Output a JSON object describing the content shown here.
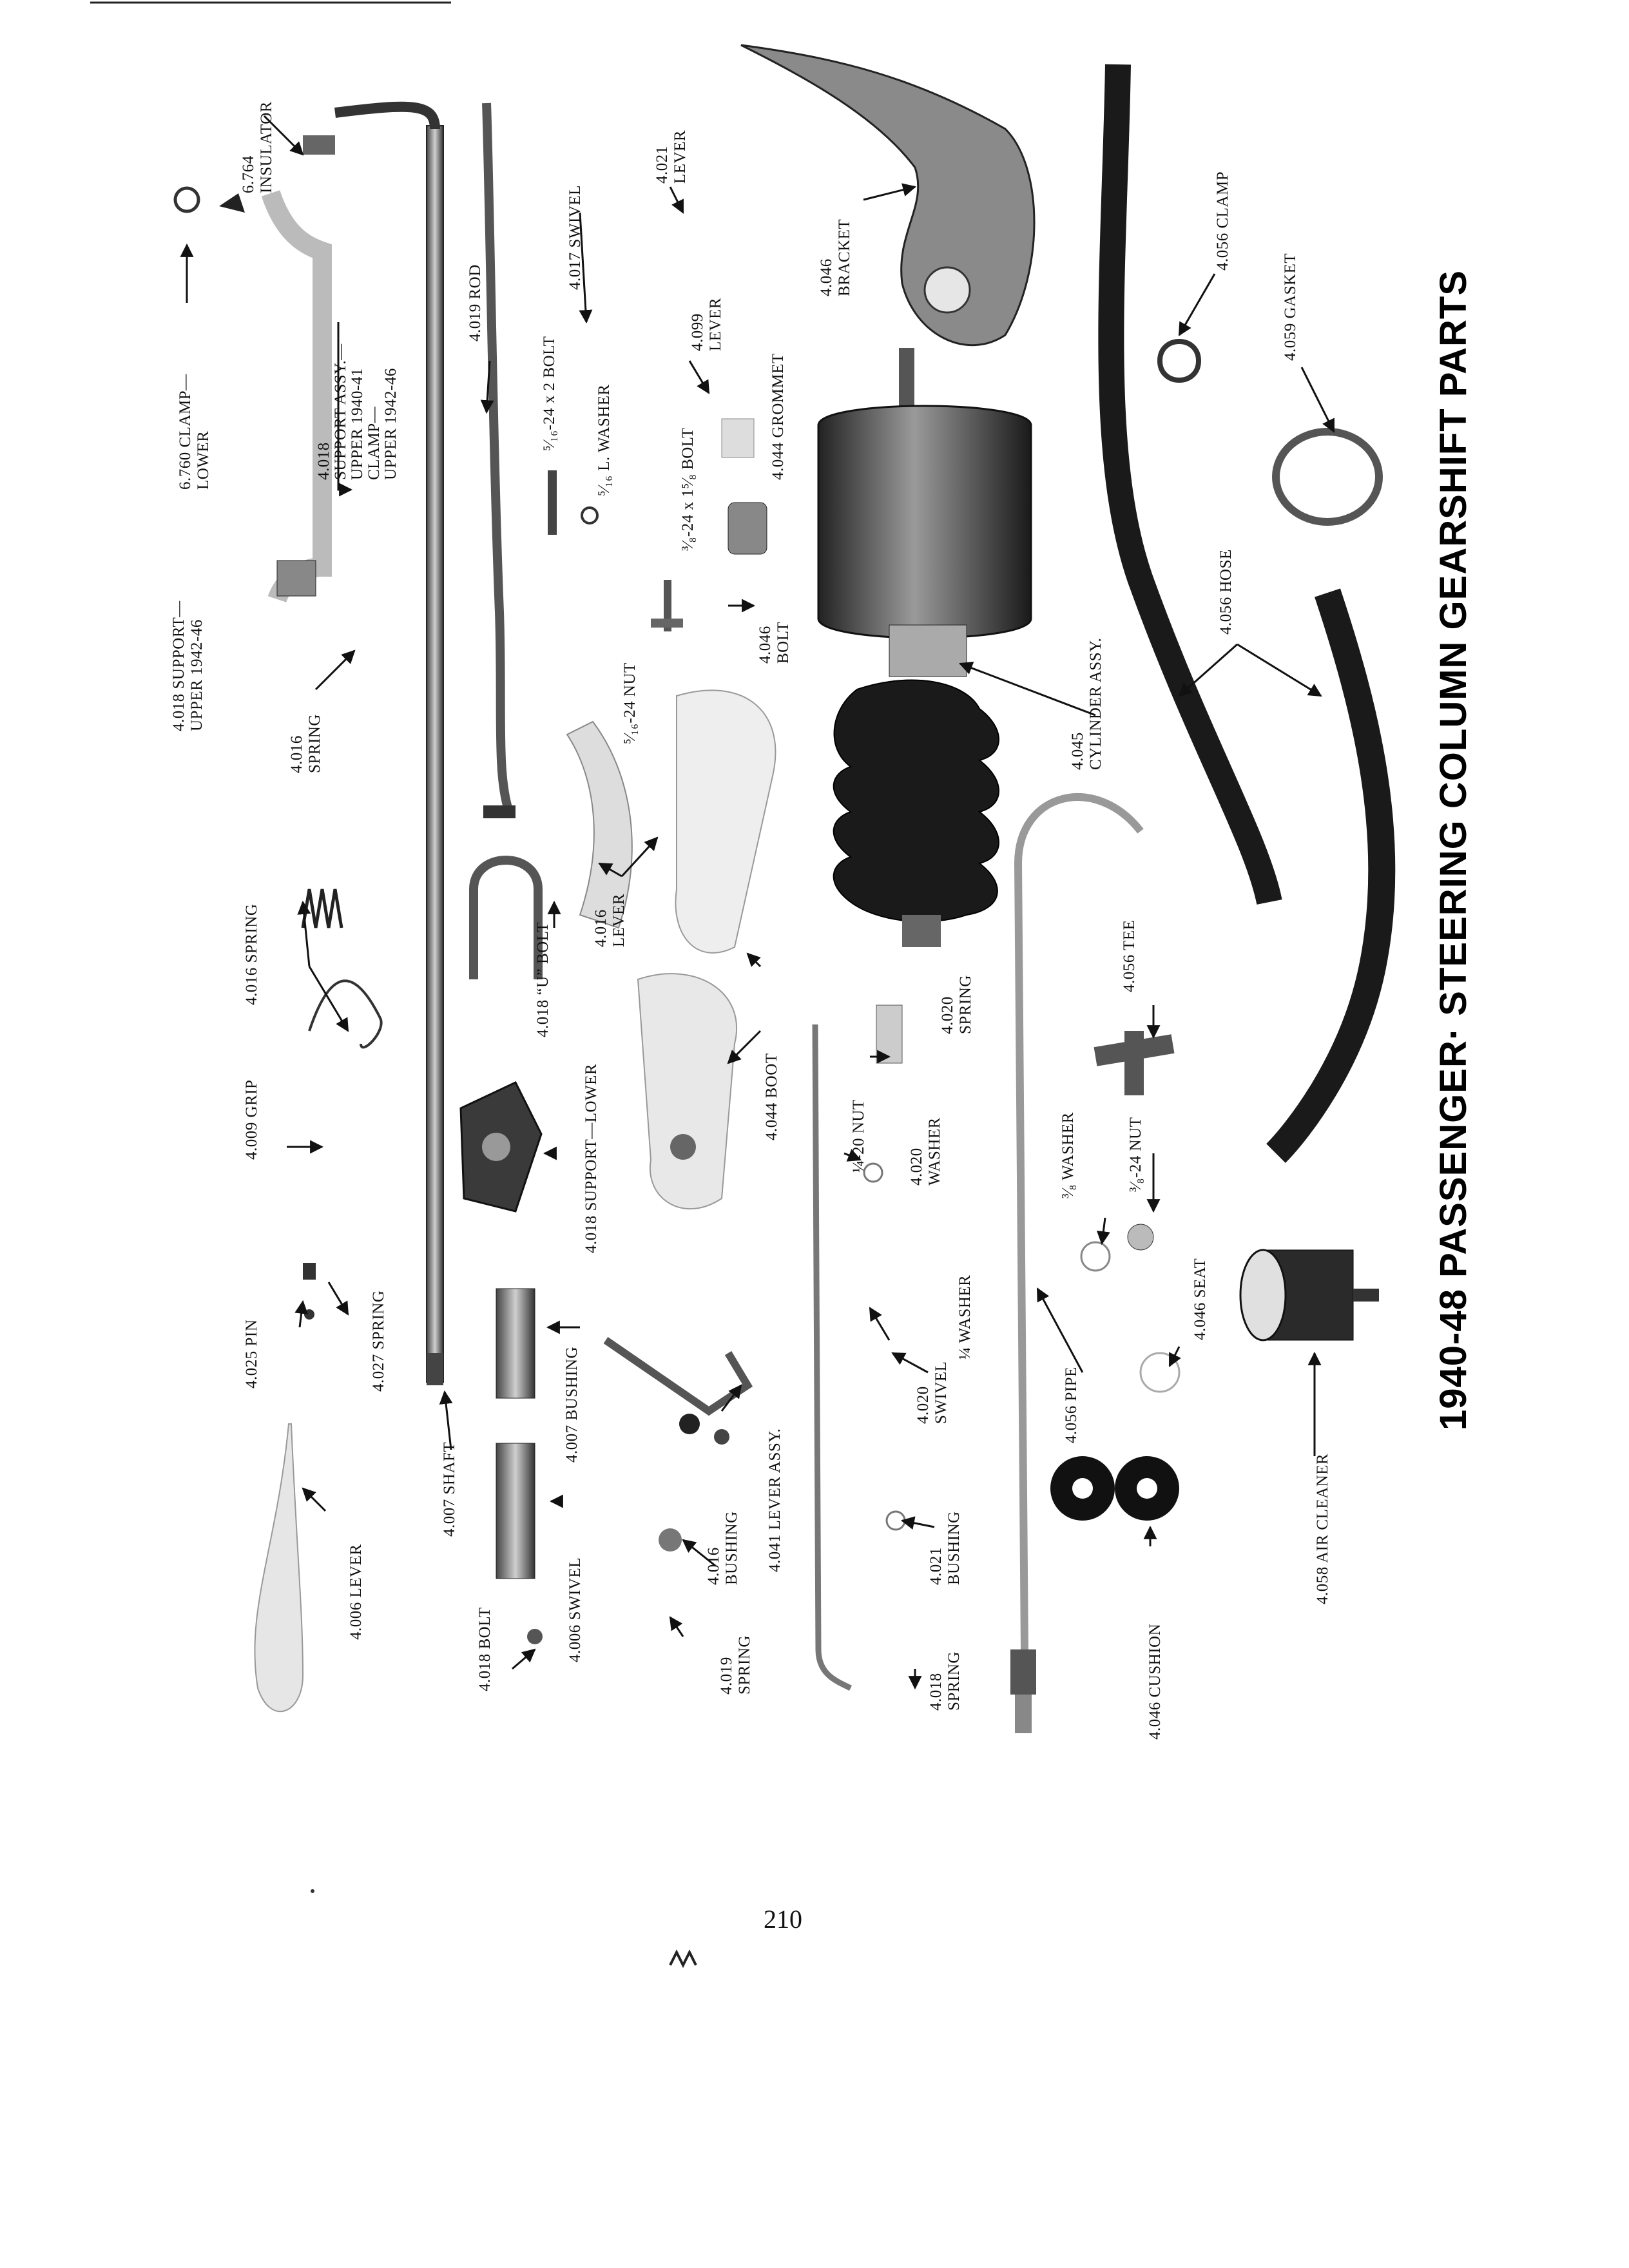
{
  "title": "1940-48 PASSENGER· STEERING COLUMN GEARSHIFT PARTS",
  "page_number": "210",
  "labels": {
    "clamp_lower": [
      "6.760 CLAMP—",
      "LOWER"
    ],
    "insulator": [
      "6.764",
      "INSULATOR"
    ],
    "support_upper": [
      "4.018 SUPPORT—",
      "UPPER 1942-46"
    ],
    "support_assy": [
      "4.018",
      "SUPPORT ASSY.—",
      "UPPER 1940-41",
      "CLAMP—",
      "UPPER 1942-46"
    ],
    "spring_4016a": [
      "4.016",
      "SPRING"
    ],
    "spring_4016b": [
      "4.016 SPRING"
    ],
    "grip": [
      "4.009 GRIP"
    ],
    "pin": [
      "4.025 PIN"
    ],
    "spring_4027": [
      "4.027 SPRING"
    ],
    "lever_4006": [
      "4.006 LEVER"
    ],
    "rod": [
      "4.019 ROD"
    ],
    "swivel_4017": [
      "4.017 SWIVEL"
    ],
    "lever_4021": [
      "4.021",
      "LEVER"
    ],
    "bolt_516": [
      "⁵⁄₁₆-24 x 2 BOLT"
    ],
    "washer_516": [
      "⁵⁄₁₆ L. WASHER"
    ],
    "nut_516": [
      "⁵⁄₁₆-24 NUT"
    ],
    "bolt_38": [
      "³⁄₈-24 x 1⁵⁄₈ BOLT"
    ],
    "lever_4099": [
      "4.099",
      "LEVER"
    ],
    "grommet": [
      "4.044 GROMMET"
    ],
    "bolt_4046": [
      "4.046",
      "BOLT"
    ],
    "lever_4016": [
      "4.016",
      "LEVER"
    ],
    "u_bolt": [
      "4.018 “U” BOLT"
    ],
    "support_lower": [
      "4.018 SUPPORT—LOWER"
    ],
    "shaft": [
      "4.007 SHAFT"
    ],
    "bushing_4007": [
      "4.007 BUSHING"
    ],
    "swivel_4006": [
      "4.006 SWIVEL"
    ],
    "bolt_4018": [
      "4.018 BOLT"
    ],
    "lever_assy": [
      "4.041 LEVER ASSY."
    ],
    "bushing_4016": [
      "4.016",
      "BUSHING"
    ],
    "spring_4019": [
      "4.019",
      "SPRING"
    ],
    "boot": [
      "4.044 BOOT"
    ],
    "bracket": [
      "4.046",
      "BRACKET"
    ],
    "cylinder": [
      "4.045",
      "CYLINDER ASSY."
    ],
    "nut_14": [
      "¼-20 NUT"
    ],
    "spring_4020": [
      "4.020",
      "SPRING"
    ],
    "washer_4020": [
      "4.020",
      "WASHER"
    ],
    "washer_14": [
      "¼ WASHER"
    ],
    "swivel_4020": [
      "4.020",
      "SWIVEL"
    ],
    "bushing_4021": [
      "4.021",
      "BUSHING"
    ],
    "spring_4018": [
      "4.018",
      "SPRING"
    ],
    "clamp_4056": [
      "4.056 CLAMP"
    ],
    "gasket": [
      "4.059 GASKET"
    ],
    "hose": [
      "4.056 HOSE"
    ],
    "tee": [
      "4.056 TEE"
    ],
    "washer_38": [
      "³⁄₈ WASHER"
    ],
    "nut_38": [
      "³⁄₈-24 NUT"
    ],
    "pipe": [
      "4.056 PIPE"
    ],
    "seat": [
      "4.046 SEAT"
    ],
    "cushion": [
      "4.046 CUSHION"
    ],
    "air_cleaner": [
      "4.058 AIR CLEANER"
    ]
  }
}
